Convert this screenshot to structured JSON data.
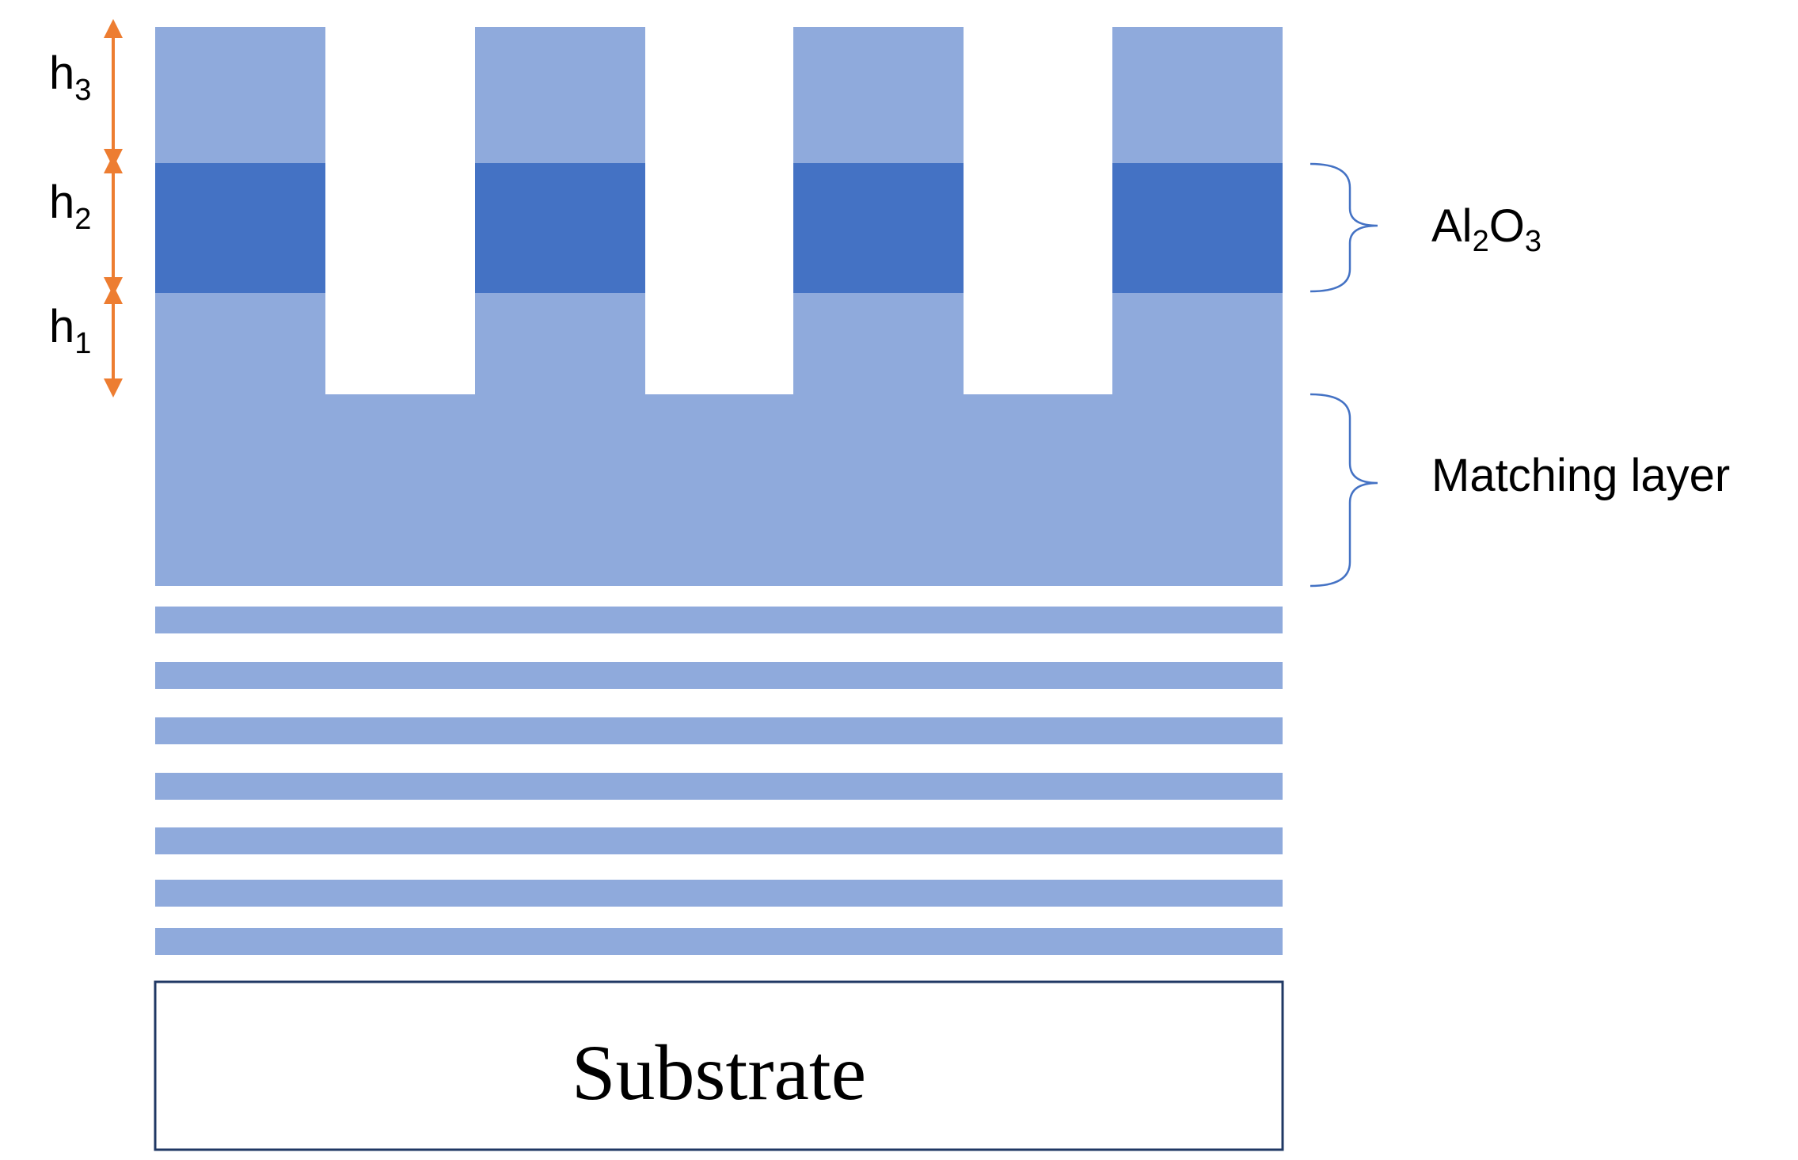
{
  "colors": {
    "light_layer": "#8faadc",
    "dark_layer": "#4472c4",
    "arrow": "#ed7d31",
    "brace": "#4472c4",
    "substrate_border": "#203864",
    "background": "#ffffff"
  },
  "heights": {
    "h1": {
      "base": "h",
      "sub": "1"
    },
    "h2": {
      "base": "h",
      "sub": "2"
    },
    "h3": {
      "base": "h",
      "sub": "3"
    }
  },
  "labels": {
    "al2o3": {
      "a": "Al",
      "a_sub": "2",
      "b": "O",
      "b_sub": "3"
    },
    "matching_layer": "Matching layer",
    "substrate": "Substrate"
  },
  "mirror_stripe_count": 7
}
